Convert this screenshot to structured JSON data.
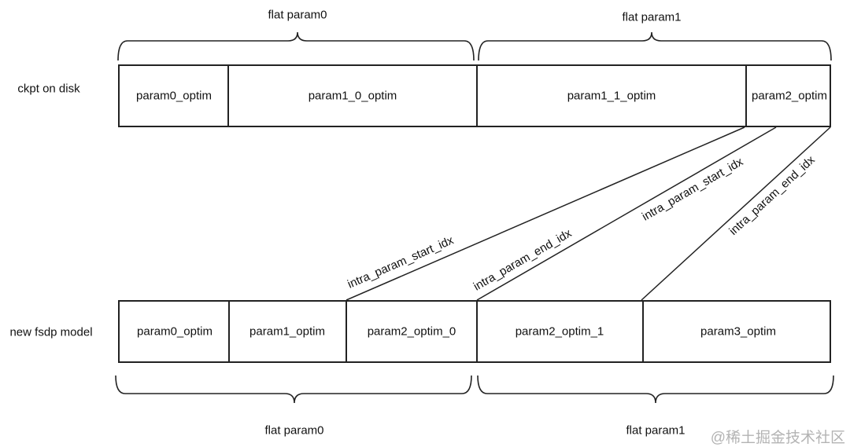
{
  "colors": {
    "line": "#222222",
    "text": "#111111",
    "watermark": "#b3b3b3"
  },
  "rows": {
    "top": {
      "label": "ckpt on disk",
      "boxes": [
        {
          "label": "param0_optim"
        },
        {
          "label": "param1_0_optim"
        },
        {
          "label": "param1_1_optim"
        },
        {
          "label": "param2_optim"
        }
      ]
    },
    "bottom": {
      "label": "new fsdp model",
      "boxes": [
        {
          "label": "param0_optim"
        },
        {
          "label": "param1_optim"
        },
        {
          "label": "param2_optim_0"
        },
        {
          "label": "param2_optim_1"
        },
        {
          "label": "param3_optim"
        }
      ]
    }
  },
  "braces": {
    "top": [
      {
        "label": "flat param0"
      },
      {
        "label": "flat param1"
      }
    ],
    "bottom": [
      {
        "label": "flat param0"
      },
      {
        "label": "flat param1"
      }
    ]
  },
  "line_labels": [
    {
      "label": "intra_param_start_idx"
    },
    {
      "label": "intra_param_end_idx"
    },
    {
      "label": "intra_param_start_idx"
    },
    {
      "label": "intra_param_end_idx"
    }
  ],
  "watermark": "@稀土掘金技术社区"
}
